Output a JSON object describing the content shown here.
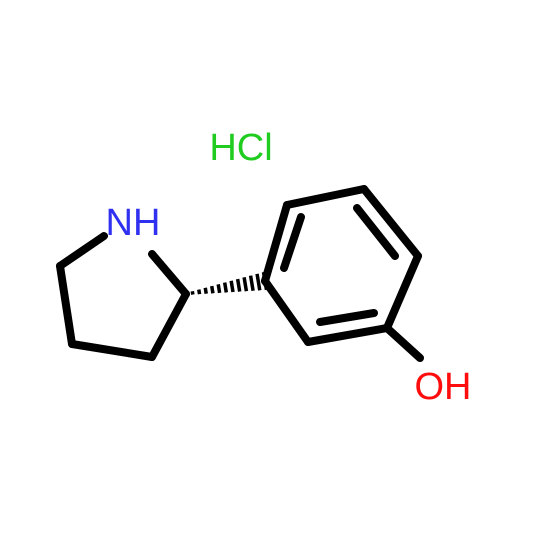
{
  "labels": {
    "salt": "HCl",
    "amine": "NH",
    "hydroxyl": "OH"
  },
  "colors": {
    "bond": "#000000",
    "salt": "#1fcc1f",
    "nitrogen": "#3030f0",
    "oxygen": "#ff0d0d",
    "background": "#ffffff"
  }
}
